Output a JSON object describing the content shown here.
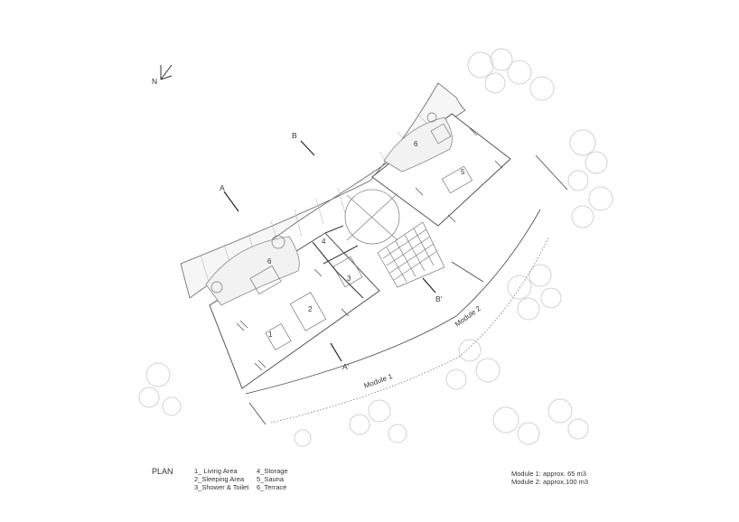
{
  "north_label": "N",
  "section_markers": {
    "a": "A",
    "a_prime": "A'",
    "b": "B",
    "b_prime": "B'"
  },
  "module_labels": {
    "module_1": "Module 1",
    "module_2": "Module 2"
  },
  "room_numbers": {
    "living": "1",
    "sleeping": "2",
    "shower": "3",
    "storage": "4",
    "sauna": "5",
    "terrace_1": "6",
    "terrace_2": "6"
  },
  "legend": {
    "title": "PLAN",
    "col1": [
      "1_ Living Area",
      "2_Sleeping Area",
      "3_Shower & Toilet"
    ],
    "col2": [
      "4_Storage",
      "5_Sauna",
      "6_Terrace"
    ]
  },
  "volumes": [
    "Module 1: approx. 65 m3",
    "Module 2: approx.100 m3"
  ],
  "colors": {
    "line": "#555555",
    "tree": "#cfcfcf",
    "fill": "#f4f4f4"
  }
}
